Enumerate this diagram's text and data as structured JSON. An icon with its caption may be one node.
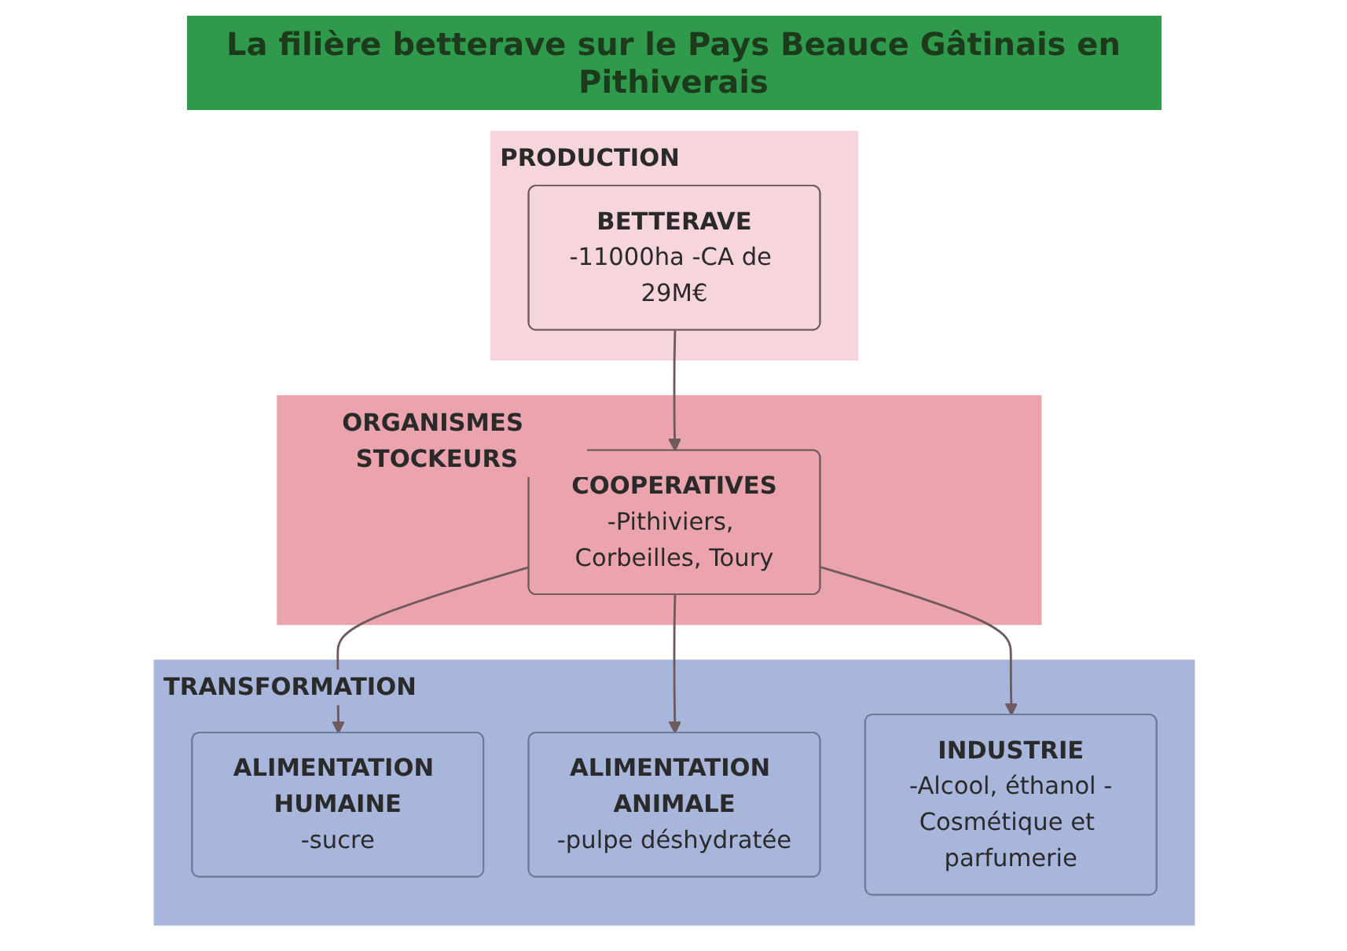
{
  "diagram": {
    "title": "La filière betterave sur le Pays Beauce Gâtinais en Pithiverais",
    "nodes": [
      {
        "text": [
          "PRODUCTION"
        ]
      },
      {
        "text": [
          "BETTERAVE",
          "-11000ha -CA de 29M€"
        ],
        "in": 0
      },
      {
        "text": [
          "ORGANISMES STOCKEURS"
        ]
      },
      {
        "text": [
          "COOPERATIVES",
          "-Pithiviers, Corbeilles, Toury"
        ],
        "in": 2
      },
      {
        "text": [
          "TRANSFORMATION"
        ]
      },
      {
        "text": [
          "ALIMENTATION HUMAINE",
          "-sucre"
        ],
        "in": 4
      },
      {
        "text": [
          "ALIMENTATION ANIMALE",
          "-pulpe déshydratée"
        ],
        "in": 4
      },
      {
        "text": [
          "INDUSTRIE",
          "-Alcool, éthanol -Cosmétique et parfumerie"
        ],
        "in": 4
      }
    ],
    "edges": [
      {
        "from": 1,
        "to": 3,
        "arrow": "to"
      },
      {
        "from": 3,
        "to": 5,
        "arrow": "to"
      },
      {
        "from": 3,
        "to": 6,
        "arrow": "to"
      },
      {
        "from": 3,
        "to": 7,
        "arrow": "to"
      }
    ]
  }
}
